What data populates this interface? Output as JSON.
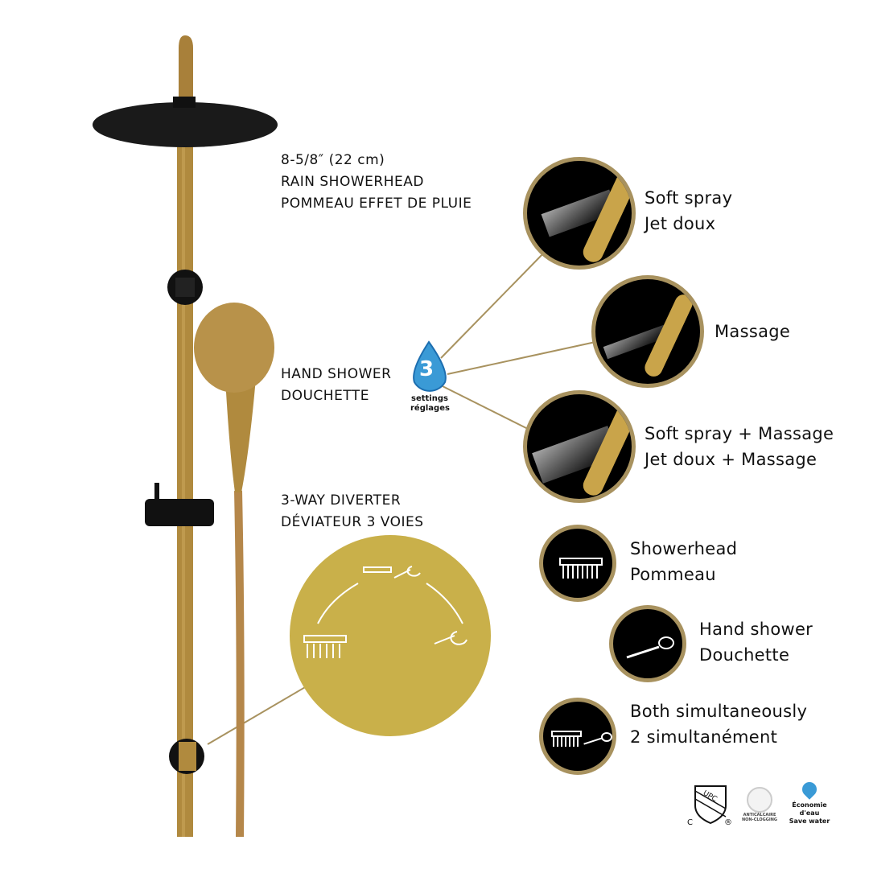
{
  "labels": {
    "rain_size": "8-5/8″ (22 cm)",
    "rain_en": "RAIN SHOWERHEAD",
    "rain_fr": "POMMEAU EFFET DE PLUIE",
    "hand_en": "HAND SHOWER",
    "hand_fr": "DOUCHETTE",
    "diverter_en": "3-WAY DIVERTER",
    "diverter_fr": "DÉVIATEUR 3 VOIES"
  },
  "settings_badge": {
    "number": "3",
    "en": "settings",
    "fr": "réglages"
  },
  "spray_modes": [
    {
      "en": "Soft spray",
      "fr": "Jet doux"
    },
    {
      "en": "Massage",
      "fr": ""
    },
    {
      "en": "Soft spray + Massage",
      "fr": "Jet doux + Massage"
    }
  ],
  "diverter_modes": [
    {
      "en": "Showerhead",
      "fr": "Pommeau"
    },
    {
      "en": "Hand shower",
      "fr": "Douchette"
    },
    {
      "en": "Both simultaneously",
      "fr": "2 simultanément"
    }
  ],
  "certifications": {
    "upc": "UPC",
    "upc_c": "C",
    "upc_r": "®",
    "anticalcaire": "ANTICALCAIRE",
    "nonclogging": "NON-CLOGGING",
    "eco_fr1": "Économie",
    "eco_fr2": "d'eau",
    "eco_en": "Save water"
  },
  "colors": {
    "gold": "#b08a3e",
    "disc": "#c9b04a",
    "ring": "#a8925f",
    "drop": "#3a9ad6"
  }
}
